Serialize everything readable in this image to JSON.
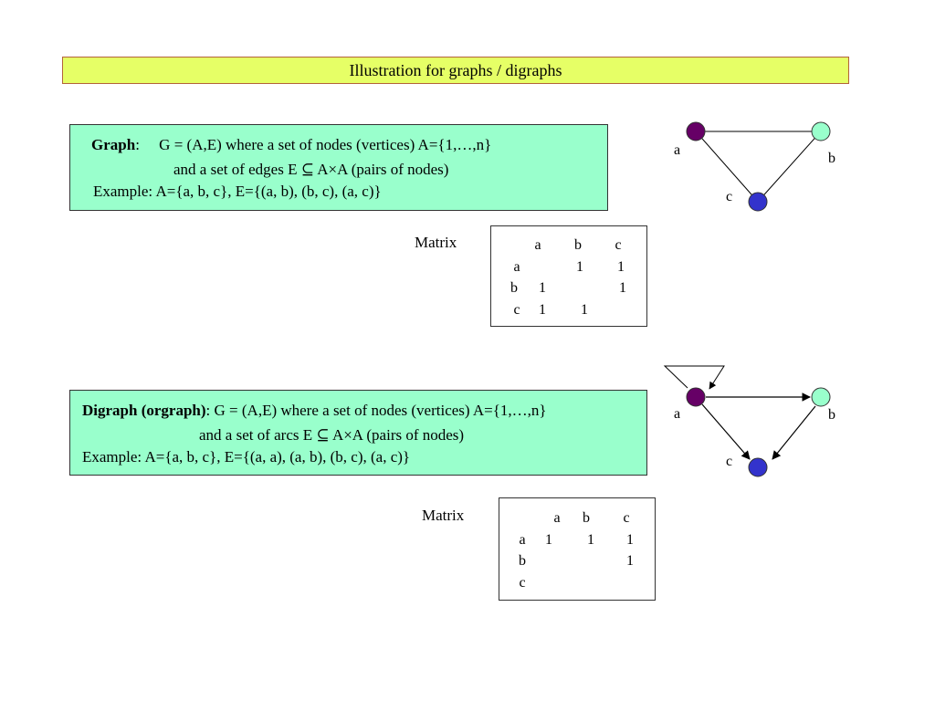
{
  "title": "Illustration for graphs / digraphs",
  "graph": {
    "heading": "Graph",
    "heading_suffix": ":",
    "definition": "G = (A,E) where a set of  nodes (vertices) A={1,…,n}",
    "edges_line": "and a set of edges  E ⊆ A×A (pairs of nodes)",
    "example": "Example:   A={a, b, c}, E={(a, b), (b, c), (a, c)}",
    "matrix_label": "Matrix",
    "matrix": {
      "cols": [
        "a",
        "b",
        "c"
      ],
      "rows": [
        {
          "label": "a",
          "cells": [
            "",
            "1",
            "1"
          ]
        },
        {
          "label": "b",
          "cells": [
            "1",
            "",
            "1"
          ]
        },
        {
          "label": "c",
          "cells": [
            "1",
            "1",
            ""
          ]
        }
      ]
    },
    "node_labels": {
      "a": "a",
      "b": "b",
      "c": "c"
    },
    "node_colors": {
      "a": "#660066",
      "b": "#99ffcc",
      "c": "#3333cc"
    }
  },
  "digraph": {
    "heading": "Digraph (orgraph)",
    "heading_suffix": ":",
    "definition": "G = (A,E) where a set of  nodes (vertices) A={1,…,n}",
    "arcs_line": "and a set of arcs  E ⊆ A×A (pairs of nodes)",
    "example": "Example:      A={a, b, c},  E={(a, a), (a, b), (b, c), (a, c)}",
    "matrix_label": "Matrix",
    "matrix": {
      "cols": [
        "a",
        "b",
        "c"
      ],
      "rows": [
        {
          "label": "a",
          "cells": [
            "1",
            "1",
            "1"
          ]
        },
        {
          "label": "b",
          "cells": [
            "",
            "",
            "1"
          ]
        },
        {
          "label": "c",
          "cells": [
            "",
            "",
            ""
          ]
        }
      ]
    },
    "node_labels": {
      "a": "a",
      "b": "b",
      "c": "c"
    },
    "node_colors": {
      "a": "#660066",
      "b": "#99ffcc",
      "c": "#3333cc"
    }
  }
}
